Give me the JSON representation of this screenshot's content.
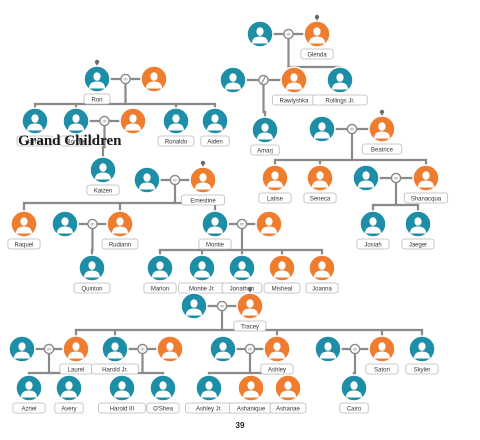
{
  "heading": "Grand Children",
  "page_number": "39",
  "union_symbol": "∞",
  "colors": {
    "male": "#1e8ea6",
    "female": "#ef7d2f",
    "line": "#8a8a8a",
    "label_border": "#b8b8b8",
    "label_text": "#333333",
    "marker": "#6b6b6b"
  },
  "people": {
    "glenda_spouse": {
      "name": "",
      "gender": "male"
    },
    "glenda": {
      "name": "Glenda",
      "gender": "female",
      "marker": true
    },
    "ron": {
      "name": "Ron",
      "gender": "male",
      "marker": true
    },
    "ron_spouse": {
      "name": "",
      "gender": "female"
    },
    "rawlyshka_ex": {
      "name": "",
      "gender": "male"
    },
    "rawlyshka": {
      "name": "Rawlyshka",
      "gender": "female"
    },
    "rollings_jr": {
      "name": "Rollings Jr.",
      "gender": "male"
    },
    "amarj": {
      "name": "Amarj",
      "gender": "male"
    },
    "beatrice_spouse": {
      "name": "",
      "gender": "male"
    },
    "beatrice": {
      "name": "Beatrice",
      "gender": "female",
      "marker": true
    },
    "jarrett": {
      "name": "Jarrett",
      "gender": "male"
    },
    "rondre": {
      "name": "Rondre",
      "gender": "male"
    },
    "rondre_spouse": {
      "name": "",
      "gender": "female"
    },
    "ronaldo": {
      "name": "Ronaldo",
      "gender": "male"
    },
    "aiden": {
      "name": "Aiden",
      "gender": "male"
    },
    "kaizen": {
      "name": "Kaizen",
      "gender": "male"
    },
    "latise": {
      "name": "Latise",
      "gender": "female"
    },
    "seneca": {
      "name": "Seneca",
      "gender": "female"
    },
    "shanacqua_spouse": {
      "name": "",
      "gender": "male"
    },
    "shanacqua": {
      "name": "Shanacqua",
      "gender": "female"
    },
    "josiah": {
      "name": "Josiah",
      "gender": "male"
    },
    "jaeger": {
      "name": "Jaeger",
      "gender": "male"
    },
    "ernestine_spouse": {
      "name": "",
      "gender": "male"
    },
    "ernestine": {
      "name": "Ernestine",
      "gender": "female",
      "marker": true
    },
    "raquel": {
      "name": "Raquel",
      "gender": "female"
    },
    "rudiann_spouse": {
      "name": "",
      "gender": "male"
    },
    "rudiann": {
      "name": "Rudiann",
      "gender": "female"
    },
    "quinton": {
      "name": "Quinton",
      "gender": "male"
    },
    "montie": {
      "name": "Montie",
      "gender": "male"
    },
    "montie_spouse": {
      "name": "",
      "gender": "female"
    },
    "marlon": {
      "name": "Marlon",
      "gender": "male"
    },
    "montie_jr": {
      "name": "Montie Jr.",
      "gender": "male"
    },
    "jonathan": {
      "name": "Jonathan",
      "gender": "male"
    },
    "misheal": {
      "name": "Misheal",
      "gender": "female"
    },
    "joanna": {
      "name": "Joanna",
      "gender": "female"
    },
    "tracey_spouse": {
      "name": "",
      "gender": "male"
    },
    "tracey": {
      "name": "Tracey",
      "gender": "female",
      "marker": true
    },
    "laurel_spouse": {
      "name": "",
      "gender": "male"
    },
    "laurel": {
      "name": "Laurel",
      "gender": "female"
    },
    "harold_jr": {
      "name": "Harold Jr.",
      "gender": "male"
    },
    "harold_jr_spouse": {
      "name": "",
      "gender": "female"
    },
    "ashley_spouse": {
      "name": "",
      "gender": "male"
    },
    "ashley": {
      "name": "Ashley",
      "gender": "female"
    },
    "satori_spouse": {
      "name": "",
      "gender": "male"
    },
    "satori": {
      "name": "Satori",
      "gender": "female"
    },
    "skyler": {
      "name": "Skyler",
      "gender": "male"
    },
    "azriel": {
      "name": "Azriel",
      "gender": "male"
    },
    "avery": {
      "name": "Avery",
      "gender": "male"
    },
    "harold_iii": {
      "name": "Harold III",
      "gender": "male"
    },
    "oshea": {
      "name": "O'Shea",
      "gender": "male"
    },
    "ashley_jr": {
      "name": "Ashley Jr.",
      "gender": "male"
    },
    "ashanique": {
      "name": "Ashanique",
      "gender": "female"
    },
    "ashanae": {
      "name": "Ashanae",
      "gender": "female"
    },
    "cairo": {
      "name": "Cairo",
      "gender": "male"
    }
  },
  "unions": [
    {
      "id": "glenda",
      "partners": [
        "glenda_spouse",
        "glenda"
      ]
    },
    {
      "id": "ron",
      "partners": [
        "ron",
        "ron_spouse"
      ]
    },
    {
      "id": "rawlyshka",
      "partners": [
        "rawlyshka_ex",
        "rawlyshka"
      ],
      "divorced": true
    },
    {
      "id": "beatrice",
      "partners": [
        "beatrice_spouse",
        "beatrice"
      ]
    },
    {
      "id": "rondre",
      "partners": [
        "rondre",
        "rondre_spouse"
      ]
    },
    {
      "id": "shanacqua",
      "partners": [
        "shanacqua_spouse",
        "shanacqua"
      ]
    },
    {
      "id": "ernestine",
      "partners": [
        "ernestine_spouse",
        "ernestine"
      ]
    },
    {
      "id": "rudiann",
      "partners": [
        "rudiann_spouse",
        "rudiann"
      ]
    },
    {
      "id": "montie",
      "partners": [
        "montie",
        "montie_spouse"
      ]
    },
    {
      "id": "tracey",
      "partners": [
        "tracey_spouse",
        "tracey"
      ]
    },
    {
      "id": "laurel",
      "partners": [
        "laurel_spouse",
        "laurel"
      ]
    },
    {
      "id": "harold_jr",
      "partners": [
        "harold_jr",
        "harold_jr_spouse"
      ]
    },
    {
      "id": "ashley",
      "partners": [
        "ashley_spouse",
        "ashley"
      ]
    },
    {
      "id": "satori",
      "partners": [
        "satori_spouse",
        "satori"
      ]
    }
  ],
  "families": [
    {
      "union": "glenda",
      "children": [
        "rawlyshka",
        "rollings_jr"
      ]
    },
    {
      "union": "ron",
      "children": [
        "jarrett",
        "rondre",
        "ronaldo",
        "aiden"
      ]
    },
    {
      "union": "rawlyshka",
      "children": [
        "amarj"
      ]
    },
    {
      "union": "rondre",
      "children": [
        "kaizen"
      ]
    },
    {
      "union": "beatrice",
      "children": [
        "latise",
        "seneca",
        "shanacqua"
      ]
    },
    {
      "union": "shanacqua",
      "children": [
        "josiah",
        "jaeger"
      ]
    },
    {
      "union": "ernestine",
      "children": [
        "raquel",
        "rudiann",
        "montie"
      ]
    },
    {
      "union": "rudiann",
      "children": [
        "quinton"
      ]
    },
    {
      "union": "montie",
      "children": [
        "marlon",
        "montie_jr",
        "jonathan",
        "misheal",
        "joanna"
      ]
    },
    {
      "union": "tracey",
      "children": [
        "laurel",
        "harold_jr",
        "ashley",
        "satori",
        "skyler"
      ]
    },
    {
      "union": "laurel",
      "children": [
        "azriel",
        "avery"
      ]
    },
    {
      "union": "harold_jr",
      "children": [
        "harold_iii",
        "oshea"
      ]
    },
    {
      "union": "ashley",
      "children": [
        "ashley_jr",
        "ashanique",
        "ashanae"
      ]
    },
    {
      "union": "satori",
      "children": [
        "cairo"
      ]
    }
  ]
}
